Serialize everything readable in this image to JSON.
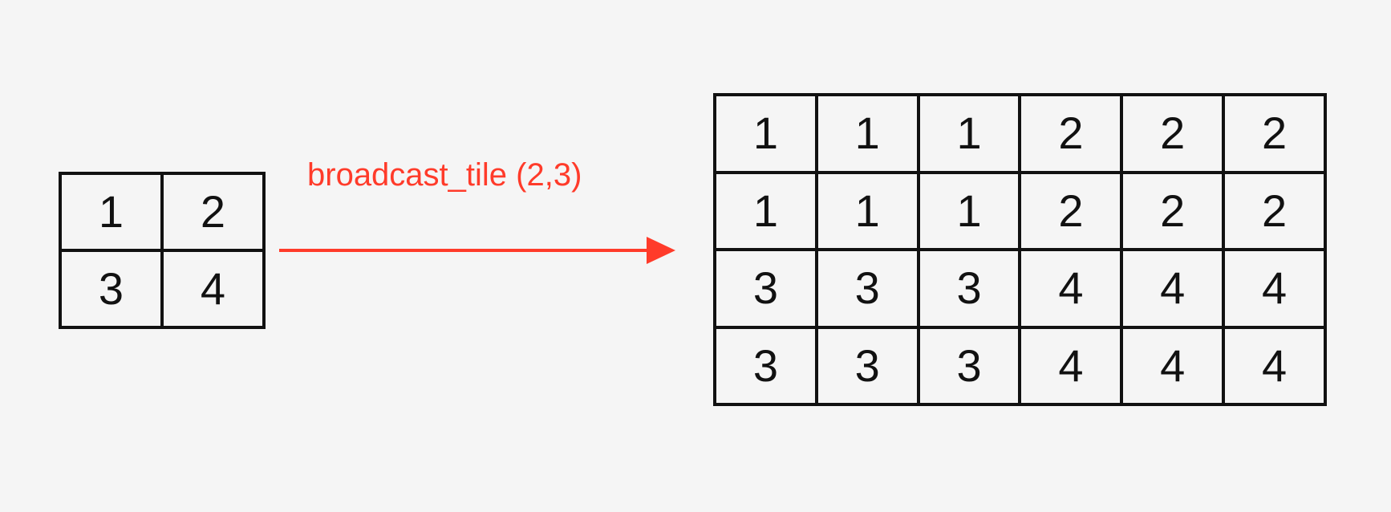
{
  "operation": {
    "label": "broadcast_tile (2,3)",
    "color": "#ff3b2a"
  },
  "input_matrix": {
    "rows": [
      [
        "1",
        "2"
      ],
      [
        "3",
        "4"
      ]
    ]
  },
  "output_matrix": {
    "rows": [
      [
        "1",
        "1",
        "1",
        "2",
        "2",
        "2"
      ],
      [
        "1",
        "1",
        "1",
        "2",
        "2",
        "2"
      ],
      [
        "3",
        "3",
        "3",
        "4",
        "4",
        "4"
      ],
      [
        "3",
        "3",
        "3",
        "4",
        "4",
        "4"
      ]
    ]
  },
  "colors": {
    "background": "#f5f5f5",
    "grid_line": "#111111",
    "arrow": "#ff3b2a"
  }
}
